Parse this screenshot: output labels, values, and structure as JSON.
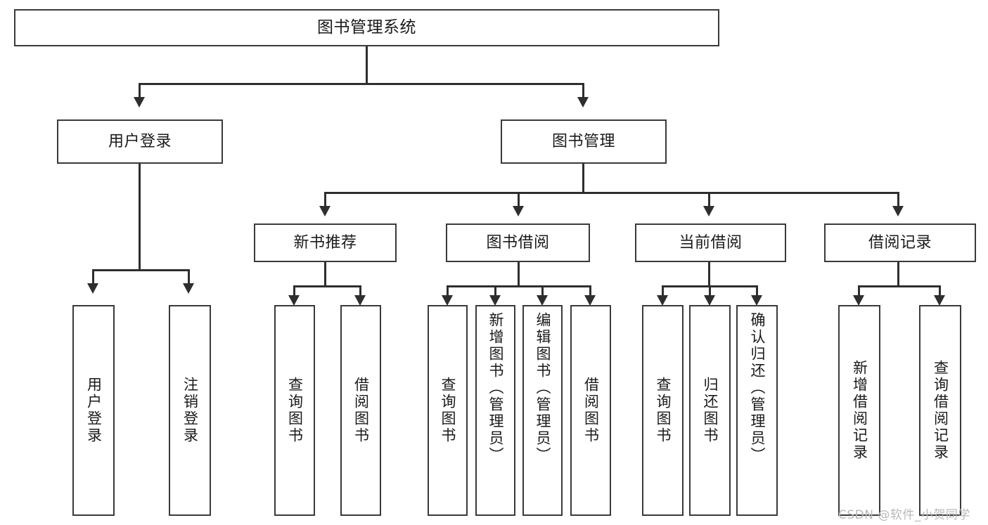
{
  "diagram": {
    "type": "tree-hierarchy-functional-decomposition",
    "title": "图书管理系统",
    "watermark": "CSDN @软件_小贺同学",
    "colors": {
      "box_border": "#3a3a3a",
      "connector": "#2e2e2e",
      "background": "#ffffff",
      "text": "#1a1a1a",
      "watermark": "#b9b9b9"
    },
    "root": {
      "id": "root",
      "label": "图书管理系统"
    },
    "level1": [
      {
        "id": "user-login",
        "label": "用户登录"
      },
      {
        "id": "book-manage",
        "label": "图书管理"
      }
    ],
    "level2": [
      {
        "id": "new-book-recommend",
        "label": "新书推荐"
      },
      {
        "id": "book-borrow",
        "label": "图书借阅"
      },
      {
        "id": "current-borrow",
        "label": "当前借阅"
      },
      {
        "id": "borrow-record",
        "label": "借阅记录"
      }
    ],
    "leaves": {
      "user_login": [
        {
          "id": "leaf-user-login",
          "label": "用户登录"
        },
        {
          "id": "leaf-logout-login",
          "label": "注销登录"
        }
      ],
      "new_book_recommend": [
        {
          "id": "leaf-query-book-1",
          "label": "查询图书"
        },
        {
          "id": "leaf-borrow-book-1",
          "label": "借阅图书"
        }
      ],
      "book_borrow": [
        {
          "id": "leaf-query-book-2",
          "label": "查询图书"
        },
        {
          "id": "leaf-add-book",
          "label": "新增图书（管理员）"
        },
        {
          "id": "leaf-edit-book",
          "label": "编辑图书（管理员）"
        },
        {
          "id": "leaf-borrow-book-2",
          "label": "借阅图书"
        }
      ],
      "current_borrow": [
        {
          "id": "leaf-query-book-3",
          "label": "查询图书"
        },
        {
          "id": "leaf-return-book",
          "label": "归还图书"
        },
        {
          "id": "leaf-confirm-return",
          "label": "确认归还（管理员）"
        }
      ],
      "borrow_record": [
        {
          "id": "leaf-add-record",
          "label": "新增借阅记录"
        },
        {
          "id": "leaf-query-record",
          "label": "查询借阅记录"
        }
      ]
    }
  }
}
